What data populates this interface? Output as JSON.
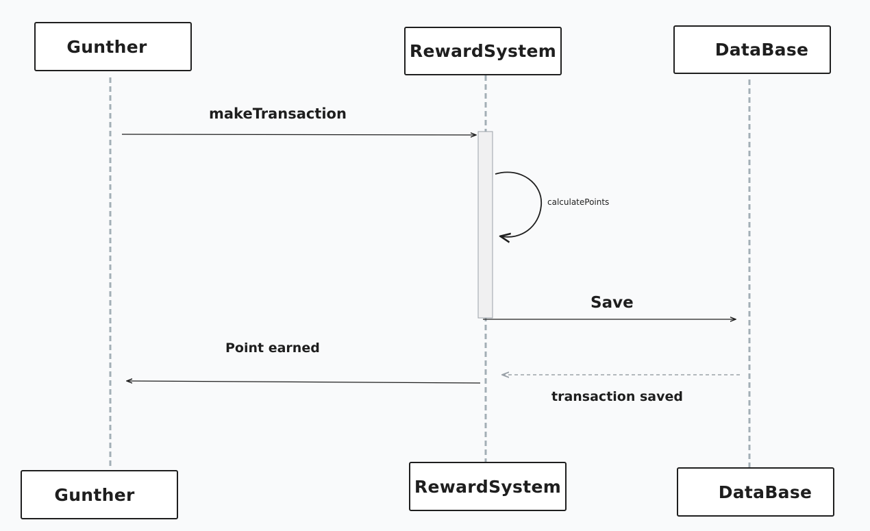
{
  "participants": {
    "gunther": {
      "label": "Gunther"
    },
    "reward_system": {
      "label": "RewardSystem"
    },
    "database": {
      "label": "DataBase"
    }
  },
  "messages": {
    "make_transaction": {
      "label": "makeTransaction"
    },
    "calculate_points": {
      "label": "calculatePoints"
    },
    "save": {
      "label": "Save"
    },
    "transaction_saved": {
      "label": "transaction saved"
    },
    "point_earned": {
      "label": "Point earned"
    }
  },
  "colors": {
    "stroke": "#1e1e1e",
    "lifeline": "#a3afb6",
    "dashed_return": "#9aa1a8",
    "activation_fill": "#f0f0f1",
    "activation_stroke": "#9aa1a8",
    "background": "#f9fafb"
  }
}
